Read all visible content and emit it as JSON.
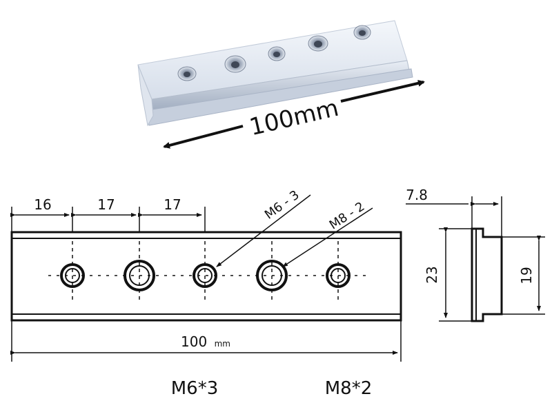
{
  "photo": {
    "length_label": "100mm",
    "colors": {
      "metal_light": "#eef2f8",
      "metal_mid": "#c9d2e0",
      "metal_dark": "#8e9bb0",
      "arrow": "#111111"
    }
  },
  "drawing": {
    "dim_16": "16",
    "dim_17a": "17",
    "dim_17b": "17",
    "thread_m6": "M6 - 3",
    "thread_m8": "M8 - 2",
    "overall_length": "100",
    "overall_unit": "mm",
    "side_width": "7.8",
    "side_height_outer": "23",
    "side_height_inner": "19"
  },
  "captions": {
    "m6": "M6*3",
    "m8": "M8*2"
  }
}
